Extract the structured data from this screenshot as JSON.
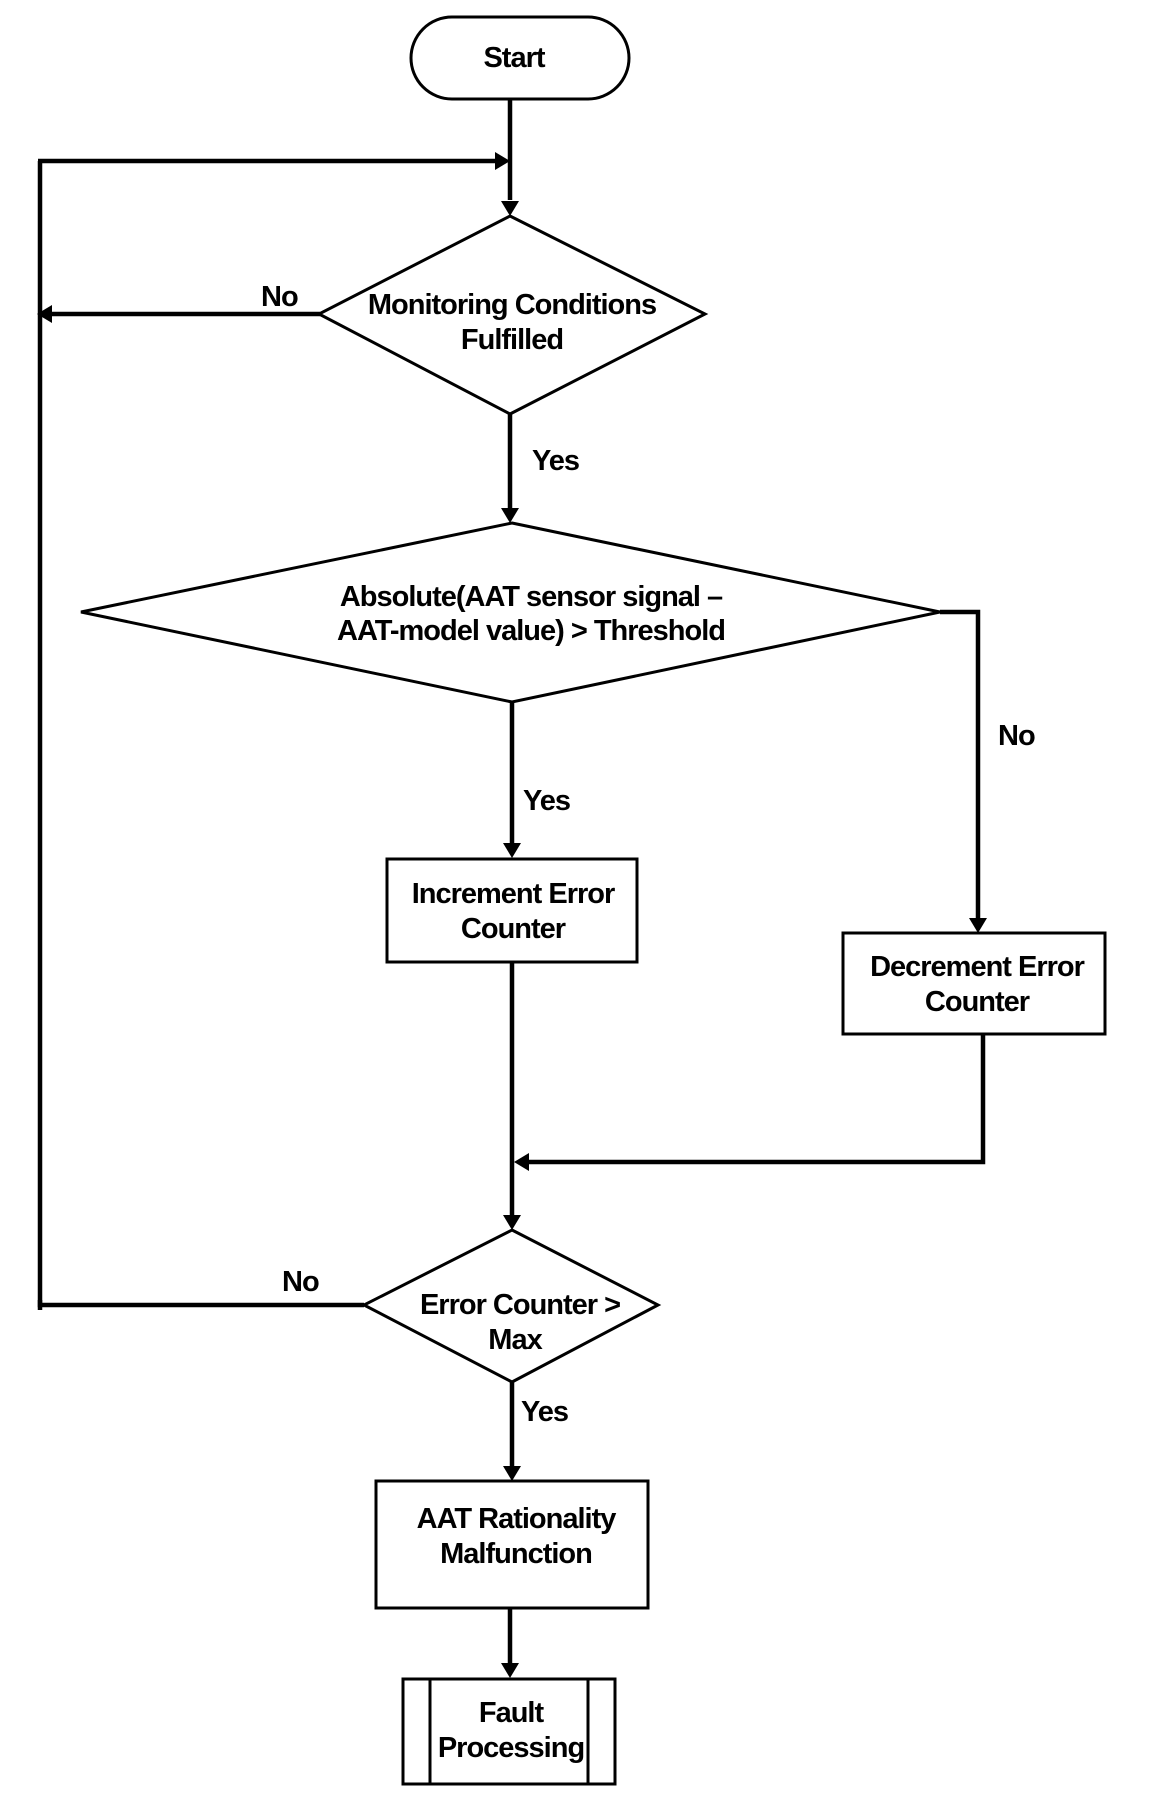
{
  "nodes": {
    "start": {
      "line1": "Start"
    },
    "monitoring": {
      "line1": "Monitoring Conditions",
      "line2": "Fulfilled"
    },
    "threshold": {
      "line1": "Absolute(AAT sensor signal –",
      "line2": "AAT-model value) > Threshold"
    },
    "increment": {
      "line1": "Increment Error",
      "line2": "Counter"
    },
    "decrement": {
      "line1": "Decrement Error",
      "line2": "Counter"
    },
    "max_check": {
      "line1": "Error Counter >",
      "line2": "Max"
    },
    "malfunction": {
      "line1": "AAT Rationality",
      "line2": "Malfunction"
    },
    "fault": {
      "line1": "Fault",
      "line2": "Processing"
    }
  },
  "edge_labels": {
    "monitoring_no": "No",
    "monitoring_yes": "Yes",
    "threshold_yes": "Yes",
    "threshold_no": "No",
    "max_no": "No",
    "max_yes": "Yes"
  }
}
